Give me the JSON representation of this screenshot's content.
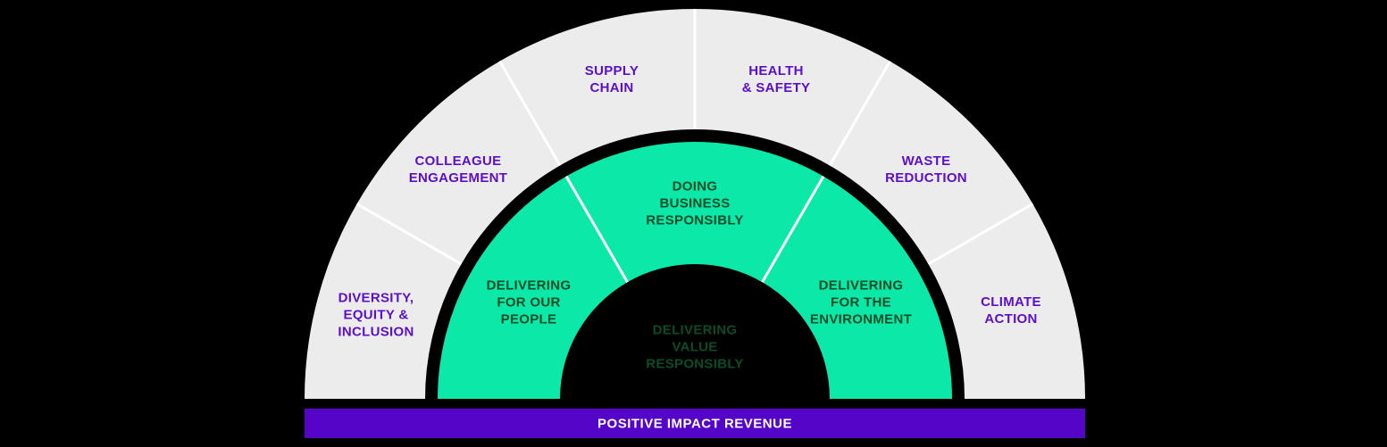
{
  "diagram_title": "sustainability-strategy-wheel",
  "colors": {
    "background": "#000000",
    "outer_ring_fill": "#ECECEC",
    "middle_ring_fill": "#0CE8A8",
    "divider_line": "#FFFFFF",
    "outer_label_text": "#5C0FC8",
    "middle_label_text": "#0A4C28",
    "center_label_text": "#0A4C28",
    "bar_fill": "#5505C8",
    "bar_text": "#FFFFFF"
  },
  "outer_ring": {
    "segments": [
      {
        "label": "DIVERSITY,\nEQUITY &\nINCLUSION"
      },
      {
        "label": "COLLEAGUE\nENGAGEMENT"
      },
      {
        "label": "SUPPLY\nCHAIN"
      },
      {
        "label": "HEALTH\n& SAFETY"
      },
      {
        "label": "WASTE\nREDUCTION"
      },
      {
        "label": "CLIMATE\nACTION"
      }
    ]
  },
  "middle_ring": {
    "segments": [
      {
        "label": "DELIVERING\nFOR OUR\nPEOPLE"
      },
      {
        "label": "DOING\nBUSINESS\nRESPONSIBLY"
      },
      {
        "label": "DELIVERING\nFOR THE\nENVIRONMENT"
      }
    ]
  },
  "center": {
    "label": "DELIVERING\nVALUE\nRESPONSIBLY"
  },
  "bottom_bar": {
    "label": "POSITIVE IMPACT REVENUE"
  }
}
